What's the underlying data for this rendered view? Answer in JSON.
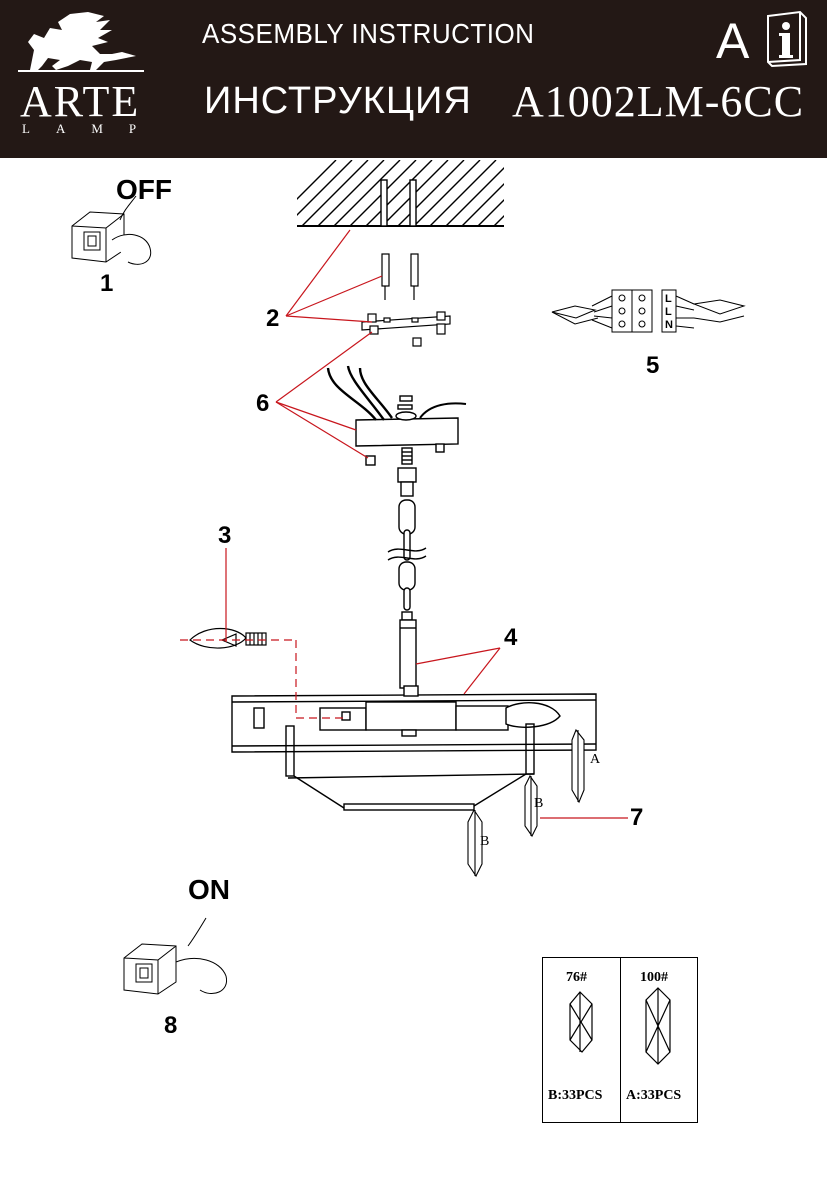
{
  "header": {
    "brand": "ARTE",
    "brand_sub": "LAMP",
    "assembly": "ASSEMBLY  INSTRUCTION",
    "instruction": "ИНСТРУКЦИЯ",
    "model": "A1002LM-6CC",
    "section": "A"
  },
  "steps": {
    "s1": "1",
    "s2": "2",
    "s3": "3",
    "s4": "4",
    "s5": "5",
    "s6": "6",
    "s7": "7",
    "s8": "8"
  },
  "switch": {
    "off": "OFF",
    "on": "ON"
  },
  "terminal": {
    "n": "N",
    "l1": "L",
    "l2": "L"
  },
  "crystal_tags": {
    "a": "A",
    "b1": "B",
    "b2": "B"
  },
  "parts_table": {
    "col1": {
      "size": "76#",
      "qty": "B:33PCS"
    },
    "col2": {
      "size": "100#",
      "qty": "A:33PCS"
    }
  },
  "colors": {
    "header_bg": "#231815",
    "leader": "#c8161d",
    "line": "#000000"
  }
}
